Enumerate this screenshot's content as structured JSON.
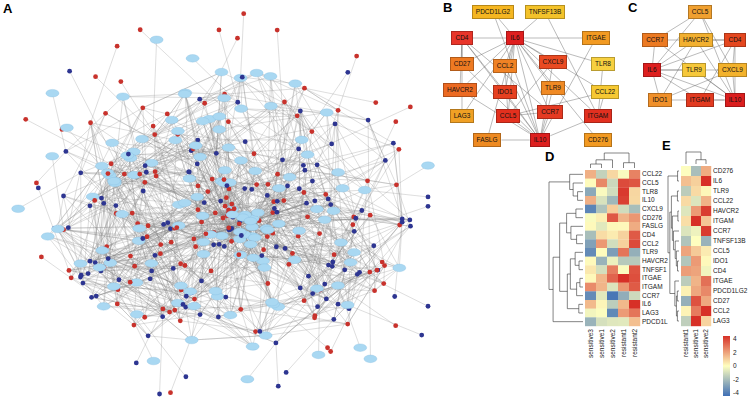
{
  "diagram": {
    "nodes": [
      {
        "text": [
          "PDCD1LG2"
        ]
      },
      {
        "text": [
          "TNFSF13B"
        ]
      },
      {
        "text": [
          "CD4"
        ]
      },
      {
        "text": [
          "IL6"
        ]
      },
      {
        "text": [
          "ITGAE"
        ]
      },
      {
        "text": [
          "CD27"
        ]
      },
      {
        "text": [
          "CCL2"
        ]
      },
      {
        "text": [
          "CXCL9"
        ]
      },
      {
        "text": [
          "TLR8"
        ]
      },
      {
        "text": [
          "HAVCR2"
        ]
      },
      {
        "text": [
          "IDO1"
        ]
      },
      {
        "text": [
          "TLR9"
        ]
      },
      {
        "text": [
          "CCL22"
        ]
      },
      {
        "text": [
          "CCR7"
        ]
      },
      {
        "text": [
          "LAG3"
        ]
      },
      {
        "text": [
          "CCL5"
        ]
      },
      {
        "text": [
          "ITGAM"
        ]
      },
      {
        "text": [
          "FASLG"
        ]
      },
      {
        "text": [
          "IL10"
        ]
      },
      {
        "text": [
          "CD276"
        ]
      },
      {
        "text": [
          "CCL5"
        ]
      },
      {
        "text": [
          "CCR7"
        ]
      },
      {
        "text": [
          "HAVCR2"
        ]
      },
      {
        "text": [
          "CD4"
        ]
      },
      {
        "text": [
          "IL6"
        ]
      },
      {
        "text": [
          "TLR9"
        ]
      },
      {
        "text": [
          "CXCL9"
        ]
      },
      {
        "text": [
          "IDO1"
        ]
      },
      {
        "text": [
          "ITGAM"
        ]
      },
      {
        "text": [
          "IL10"
        ]
      }
    ],
    "edges": [
      {
        "from": 3,
        "to": 0,
        "arrow": "none"
      },
      {
        "from": 3,
        "to": 1,
        "arrow": "none"
      },
      {
        "from": 3,
        "to": 2,
        "arrow": "none"
      },
      {
        "from": 3,
        "to": 4,
        "arrow": "none"
      },
      {
        "from": 3,
        "to": 5,
        "arrow": "none"
      },
      {
        "from": 3,
        "to": 6,
        "arrow": "none"
      },
      {
        "from": 3,
        "to": 7,
        "arrow": "none"
      },
      {
        "from": 3,
        "to": 8,
        "arrow": "none"
      },
      {
        "from": 3,
        "to": 9,
        "arrow": "none"
      },
      {
        "from": 3,
        "to": 10,
        "arrow": "none"
      },
      {
        "from": 3,
        "to": 11,
        "arrow": "none"
      },
      {
        "from": 3,
        "to": 12,
        "arrow": "none"
      },
      {
        "from": 3,
        "to": 13,
        "arrow": "none"
      },
      {
        "from": 3,
        "to": 14,
        "arrow": "none"
      },
      {
        "from": 3,
        "to": 15,
        "arrow": "none"
      },
      {
        "from": 3,
        "to": 16,
        "arrow": "none"
      },
      {
        "from": 3,
        "to": 17,
        "arrow": "none"
      },
      {
        "from": 3,
        "to": 18,
        "arrow": "none"
      },
      {
        "from": 3,
        "to": 19,
        "arrow": "none"
      },
      {
        "from": 18,
        "to": 0,
        "arrow": "none"
      },
      {
        "from": 18,
        "to": 2,
        "arrow": "none"
      },
      {
        "from": 18,
        "to": 4,
        "arrow": "none"
      },
      {
        "from": 18,
        "to": 5,
        "arrow": "none"
      },
      {
        "from": 18,
        "to": 6,
        "arrow": "none"
      },
      {
        "from": 18,
        "to": 7,
        "arrow": "none"
      },
      {
        "from": 18,
        "to": 9,
        "arrow": "none"
      },
      {
        "from": 18,
        "to": 10,
        "arrow": "none"
      },
      {
        "from": 18,
        "to": 11,
        "arrow": "none"
      },
      {
        "from": 18,
        "to": 13,
        "arrow": "none"
      },
      {
        "from": 18,
        "to": 15,
        "arrow": "none"
      },
      {
        "from": 18,
        "to": 16,
        "arrow": "none"
      },
      {
        "from": 18,
        "to": 17,
        "arrow": "none"
      },
      {
        "from": 2,
        "to": 5,
        "arrow": "none"
      },
      {
        "from": 2,
        "to": 9,
        "arrow": "none"
      },
      {
        "from": 2,
        "to": 14,
        "arrow": "none"
      },
      {
        "from": 2,
        "to": 10,
        "arrow": "none"
      },
      {
        "from": 2,
        "to": 13,
        "arrow": "none"
      },
      {
        "from": 15,
        "to": 7,
        "arrow": "none"
      },
      {
        "from": 15,
        "to": 12,
        "arrow": "none"
      },
      {
        "from": 15,
        "to": 13,
        "arrow": "none"
      },
      {
        "from": 15,
        "to": 6,
        "arrow": "none"
      },
      {
        "from": 16,
        "to": 1,
        "arrow": "none"
      },
      {
        "from": 16,
        "to": 8,
        "arrow": "none"
      },
      {
        "from": 16,
        "to": 12,
        "arrow": "none"
      },
      {
        "from": 24,
        "to": 20,
        "arrow": "none"
      },
      {
        "from": 24,
        "to": 21,
        "arrow": "none"
      },
      {
        "from": 24,
        "to": 22,
        "arrow": "none"
      },
      {
        "from": 24,
        "to": 23,
        "arrow": "none"
      },
      {
        "from": 24,
        "to": 25,
        "arrow": "none"
      },
      {
        "from": 24,
        "to": 26,
        "arrow": "none"
      },
      {
        "from": 24,
        "to": 27,
        "arrow": "none"
      },
      {
        "from": 24,
        "to": 28,
        "arrow": "none"
      },
      {
        "from": 24,
        "to": 29,
        "arrow": "none"
      },
      {
        "from": 29,
        "to": 20,
        "arrow": "none"
      },
      {
        "from": 29,
        "to": 21,
        "arrow": "none"
      },
      {
        "from": 29,
        "to": 22,
        "arrow": "none"
      },
      {
        "from": 29,
        "to": 23,
        "arrow": "none"
      },
      {
        "from": 29,
        "to": 25,
        "arrow": "none"
      },
      {
        "from": 29,
        "to": 26,
        "arrow": "none"
      },
      {
        "from": 29,
        "to": 27,
        "arrow": "none"
      },
      {
        "from": 29,
        "to": 28,
        "arrow": "none"
      },
      {
        "from": 23,
        "to": 21,
        "arrow": "none"
      },
      {
        "from": 23,
        "to": 22,
        "arrow": "none"
      },
      {
        "from": 23,
        "to": 26,
        "arrow": "none"
      },
      {
        "from": 23,
        "to": 28,
        "arrow": "none"
      },
      {
        "from": 20,
        "to": 21,
        "arrow": "none"
      },
      {
        "from": 20,
        "to": 26,
        "arrow": "none"
      },
      {
        "from": 27,
        "to": 22,
        "arrow": "none"
      },
      {
        "from": 27,
        "to": 26,
        "arrow": "none"
      }
    ],
    "labels": [
      "A",
      "B",
      "C",
      "D",
      "E",
      "CCL22",
      "CCL5",
      "TLR8",
      "IL10",
      "CXCL9",
      "CD276",
      "FASLG",
      "CD4",
      "CCL2",
      "TLR9",
      "HAVCR2",
      "TNFSF1",
      "ITGAE",
      "ITGAM",
      "CCR7",
      "IL6",
      "LAG3",
      "PDCD1L",
      "sensitive3",
      "sensitive1",
      "sensitive2",
      "resistant1",
      "resistant2",
      "CD276",
      "IL6",
      "TLR9",
      "CCL22",
      "HAVCR2",
      "ITGAM",
      "CCR7",
      "TNFSF13B",
      "CCL5",
      "IDO1",
      "CD4",
      "ITGAE",
      "PDCD1LG2",
      "CD27",
      "CCL2",
      "LAG3",
      "resistant1",
      "sensitive1",
      "sensitive2",
      "4",
      "2",
      "0",
      "-2",
      "-4"
    ]
  }
}
